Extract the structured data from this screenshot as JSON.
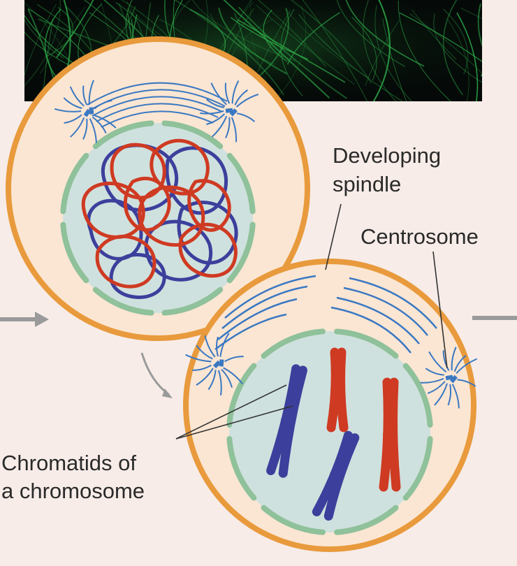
{
  "labels": {
    "developing_spindle_line1": "Developing",
    "developing_spindle_line2": "spindle",
    "centrosome": "Centrosome",
    "chromatids_line1": "Chromatids of",
    "chromatids_line2": "a chromosome"
  },
  "colors": {
    "page_background": "#f7ece8",
    "cell_membrane": "#e89a3c",
    "cytoplasm": "#fbe6d3",
    "nuclear_envelope": "#8fc19a",
    "nucleoplasm": "#cfe1de",
    "microtubule": "#3a78c2",
    "chromosome_blue": "#3d3f9c",
    "chromosome_red": "#cf3a22",
    "arrow": "#999999",
    "micrograph_background": "#050a08",
    "micrograph_fibers": "#2fae4a"
  },
  "icons": {
    "centrosome": "centrosome-icon",
    "chromosome": "chromosome-icon",
    "arrow": "process-arrow-icon"
  }
}
